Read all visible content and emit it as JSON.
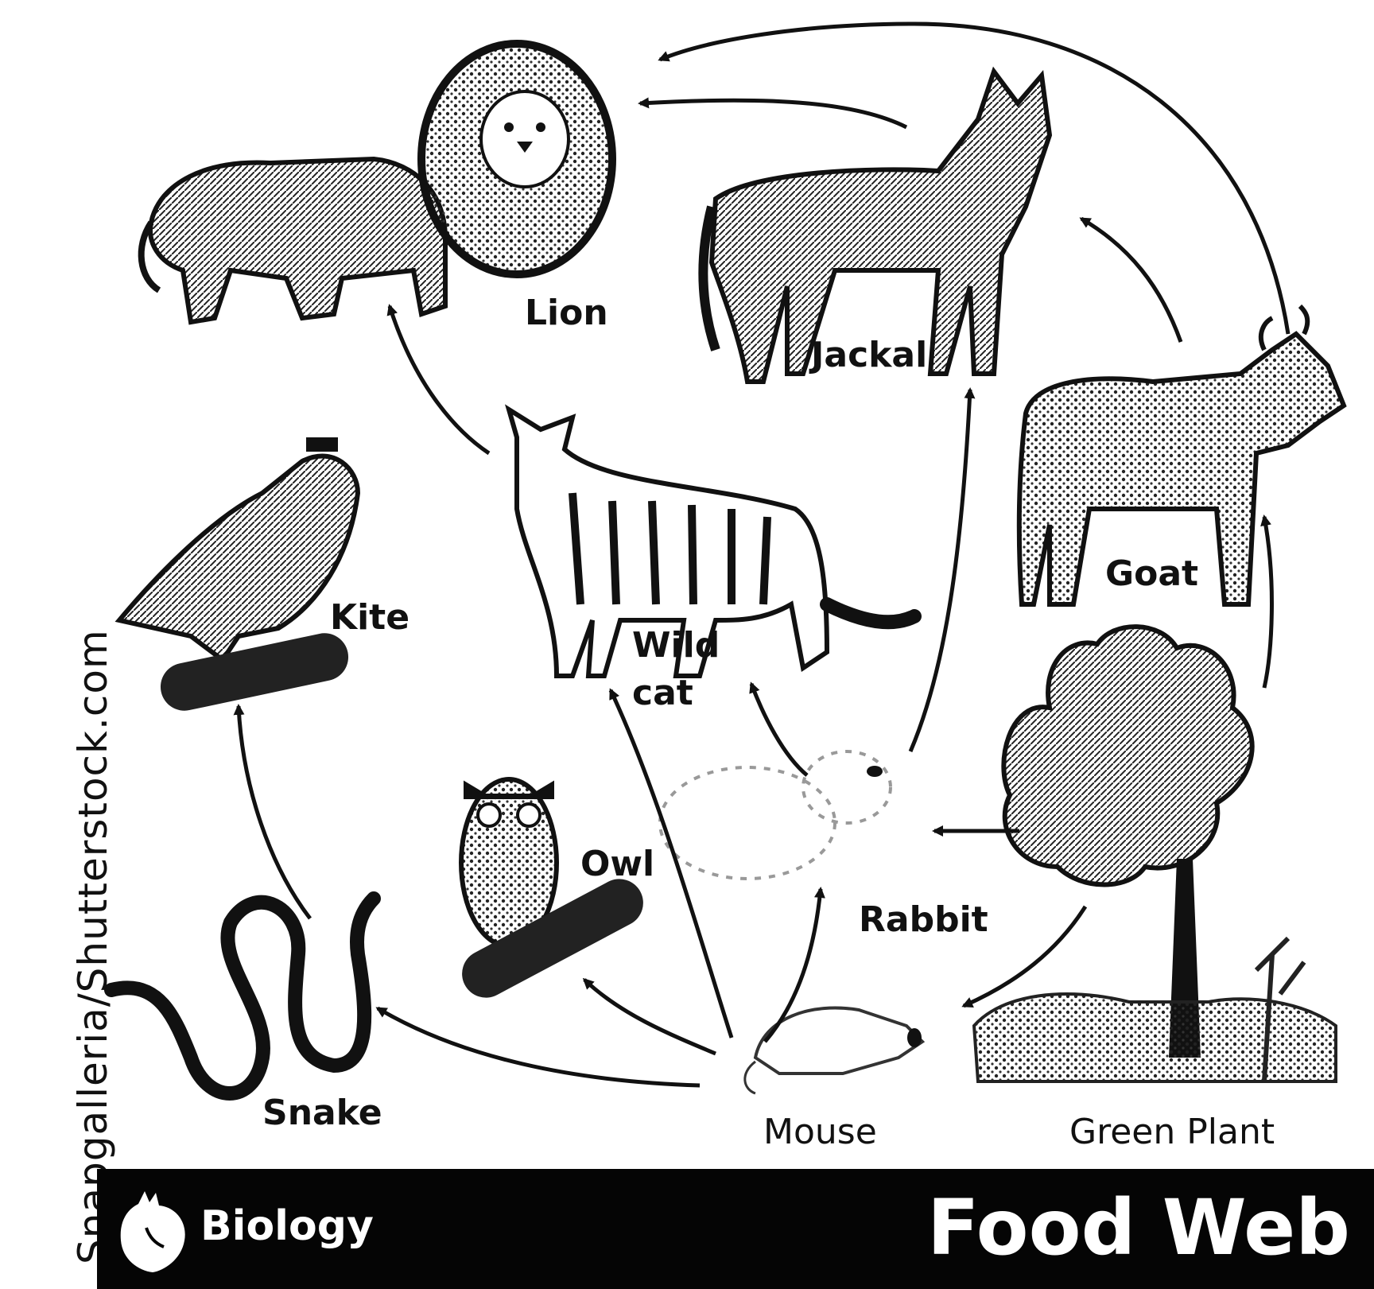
{
  "organisms": {
    "lion": "Lion",
    "jackal": "Jackal",
    "goat": "Goat",
    "wildcat": [
      "Wild",
      "cat"
    ],
    "kite": "Kite",
    "owl": "Owl",
    "rabbit": "Rabbit",
    "snake": "Snake",
    "mouse": "Mouse",
    "green_plant": "Green Plant"
  },
  "links": [
    [
      "goat",
      "lion"
    ],
    [
      "jackal",
      "lion"
    ],
    [
      "goat",
      "jackal"
    ],
    [
      "wildcat",
      "lion"
    ],
    [
      "rabbit",
      "jackal"
    ],
    [
      "green_plant",
      "goat"
    ],
    [
      "rabbit",
      "wildcat"
    ],
    [
      "mouse",
      "wildcat"
    ],
    [
      "green_plant",
      "rabbit"
    ],
    [
      "green_plant",
      "mouse"
    ],
    [
      "mouse",
      "rabbit"
    ],
    [
      "mouse",
      "owl"
    ],
    [
      "mouse",
      "snake"
    ],
    [
      "snake",
      "kite"
    ]
  ],
  "watermark": "Snapgalleria/Shutterstock.com",
  "footer": {
    "subject": "Biology",
    "title": "Food Web",
    "icon": "heart-icon"
  },
  "colors": {
    "ink": "#111111",
    "band": "#050505",
    "band_text": "#ffffff"
  }
}
